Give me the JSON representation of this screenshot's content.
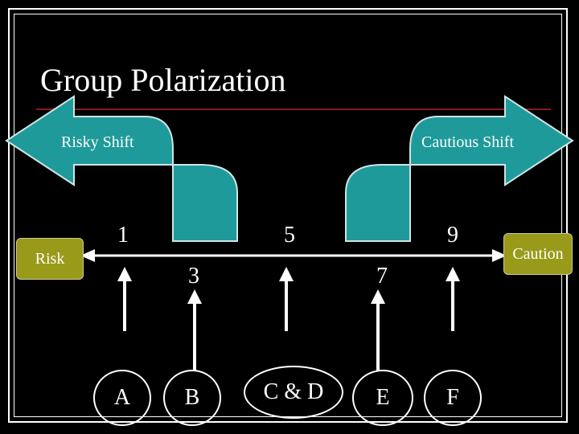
{
  "title": "Group Polarization",
  "shifts": {
    "risky": "Risky Shift",
    "cautious": "Cautious Shift"
  },
  "scale": {
    "left_end": "Risk",
    "right_end": "Caution",
    "ticks": [
      "1",
      "3",
      "5",
      "7",
      "9"
    ]
  },
  "members": [
    "A",
    "B",
    "C & D",
    "E",
    "F"
  ],
  "colors": {
    "background": "#000000",
    "shift_arrow_fill": "#1f9a9a",
    "shift_arrow_outline": "#cfe4e4",
    "end_box": "#9a9a1a",
    "title_rule": "#8b1a1a"
  }
}
